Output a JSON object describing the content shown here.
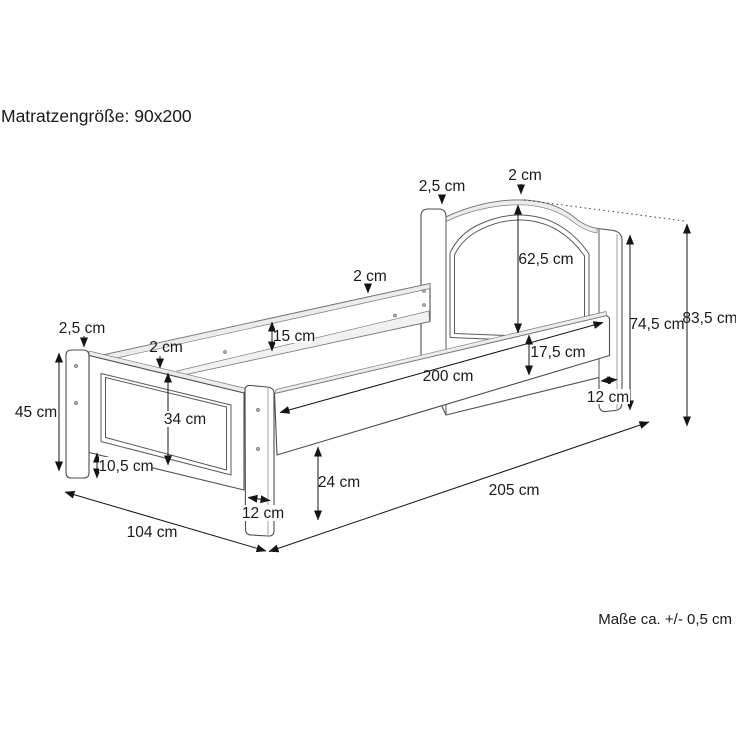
{
  "title": "Matratzengröße: 90x200",
  "footnote": "Maße ca. +/- 0,5 cm",
  "drawing": {
    "subject": "bed-frame-technical-drawing",
    "mattress_size": "90x200"
  },
  "dims": {
    "hb_post_thickness": "2,5 cm",
    "hb_top_thickness": "2 cm",
    "hb_panel_height": "62,5 cm",
    "hb_height": "74,5 cm",
    "hb_total_height": "83,5 cm",
    "hb_leg_width": "12 cm",
    "rail_thickness": "2 cm",
    "rail_height": "15 cm",
    "rail_front_height": "17,5 cm",
    "inner_length": "200 cm",
    "fb_post_thickness": "2,5 cm",
    "fb_top_thickness": "2 cm",
    "fb_height": "45 cm",
    "fb_panel_height": "34 cm",
    "fb_bottom_gap": "10,5 cm",
    "fb_leg_width": "12 cm",
    "underbed_clearance": "24 cm",
    "total_width": "104 cm",
    "total_length": "205 cm"
  }
}
